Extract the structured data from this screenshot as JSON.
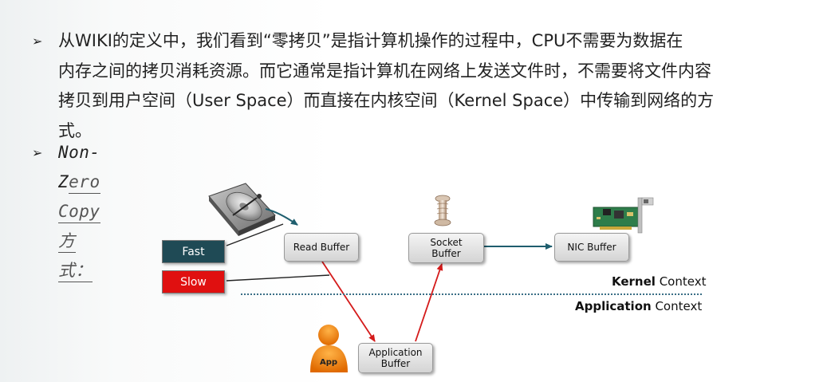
{
  "paragraph": {
    "bullet": "➢",
    "text": "从WIKI的定义中，我们看到“零拷贝”是指计算机操作的过程中，CPU不需要为数据在内存之间的拷贝消耗资源。而它通常是指计算机在网络上发送文件时，不需要将文件内容拷贝到用户空间（User Space）而直接在内核空间（Kernel Space）中传输到网络的方式。",
    "line1": "从WIKI的定义中，我们看到“零拷贝”是指计算机操作的过程中，CPU不需要为数据在",
    "line2": "内存之间的拷贝消耗资源。而它通常是指计算机在网络上发送文件时，不需要将文件内容",
    "line3": "拷贝到用户空间（User Space）而直接在内核空间（Kernel Space）中传输到网络的方",
    "line4": "式。"
  },
  "subheading": {
    "bullet": "➢",
    "prefix": "Non-Z",
    "rest": "ero Copy方式："
  },
  "diagram": {
    "legend": {
      "fast": "Fast",
      "slow": "Slow",
      "fast_color": "#1f4a55",
      "slow_color": "#e01010"
    },
    "boxes": {
      "read_buffer": "Read Buffer",
      "socket_buffer_line1": "Socket",
      "socket_buffer_line2": "Buffer",
      "nic_buffer": "NIC Buffer",
      "app_buffer_line1": "Application",
      "app_buffer_line2": "Buffer"
    },
    "app_icon_label": "App",
    "kernel_context": {
      "bold": "Kernel",
      "normal": " Context"
    },
    "application_context": {
      "bold": "Application",
      "normal": " Context"
    },
    "colors": {
      "fast_arrow": "#1f5e6e",
      "slow_arrow": "#d41a1a",
      "divider": "#3a6f86"
    }
  }
}
